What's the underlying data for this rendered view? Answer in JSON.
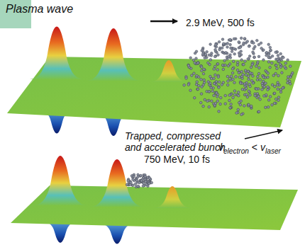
{
  "diagram": {
    "labels": [
      "Plasma wave",
      "2.9 MeV, 500 fs",
      "v",
      "electron",
      "<",
      "v",
      "laser",
      "Trapped, compressed and accelerated bunch",
      "750 MeV, 10 fs"
    ]
  }
}
